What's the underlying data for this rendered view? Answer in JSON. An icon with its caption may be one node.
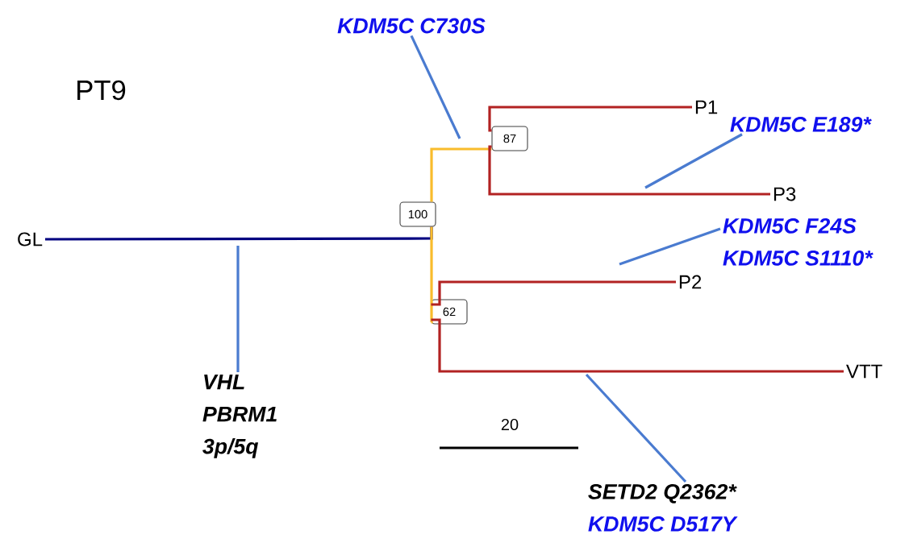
{
  "diagram": {
    "title": "PT9",
    "nodes": [
      {
        "text": [
          "GL"
        ]
      },
      {
        "text": [
          "P1"
        ]
      },
      {
        "text": [
          "P3"
        ]
      },
      {
        "text": [
          "P2"
        ]
      },
      {
        "text": [
          "VTT"
        ]
      },
      {
        "text": [
          "100"
        ]
      },
      {
        "text": [
          "87"
        ]
      },
      {
        "text": [
          "62"
        ]
      },
      {
        "text": [
          "KDM5C C730S"
        ]
      },
      {
        "text": [
          "VHL",
          "PBRM1",
          "3p/5q"
        ]
      },
      {
        "text": [
          "KDM5C E189*"
        ]
      },
      {
        "text": [
          "KDM5C F24S",
          "KDM5C S1110*"
        ]
      },
      {
        "text": [
          "SETD2 Q2362*",
          "KDM5C D517Y"
        ]
      }
    ],
    "edges": [
      {
        "from": 0,
        "to": 5,
        "arrow": "none",
        "color": "#000080"
      },
      {
        "from": 5,
        "to": 6,
        "arrow": "none",
        "color": "#f9bc2c"
      },
      {
        "from": 5,
        "to": 7,
        "arrow": "none",
        "color": "#f9bc2c"
      },
      {
        "from": 6,
        "to": 1,
        "arrow": "none",
        "color": "#b22222"
      },
      {
        "from": 6,
        "to": 2,
        "arrow": "none",
        "color": "#b22222"
      },
      {
        "from": 7,
        "to": 3,
        "arrow": "none",
        "color": "#b22222"
      },
      {
        "from": 7,
        "to": 4,
        "arrow": "none",
        "color": "#b22222"
      },
      {
        "from": 8,
        "to": null,
        "arrow": "none",
        "color": "#4a7bd0"
      },
      {
        "from": 9,
        "to": null,
        "arrow": "none",
        "color": "#4a7bd0"
      },
      {
        "from": 10,
        "to": null,
        "arrow": "none",
        "color": "#4a7bd0"
      },
      {
        "from": 11,
        "to": null,
        "arrow": "none",
        "color": "#4a7bd0"
      },
      {
        "from": 12,
        "to": null,
        "arrow": "none",
        "color": "#4a7bd0"
      }
    ],
    "labels": [
      "20"
    ]
  }
}
